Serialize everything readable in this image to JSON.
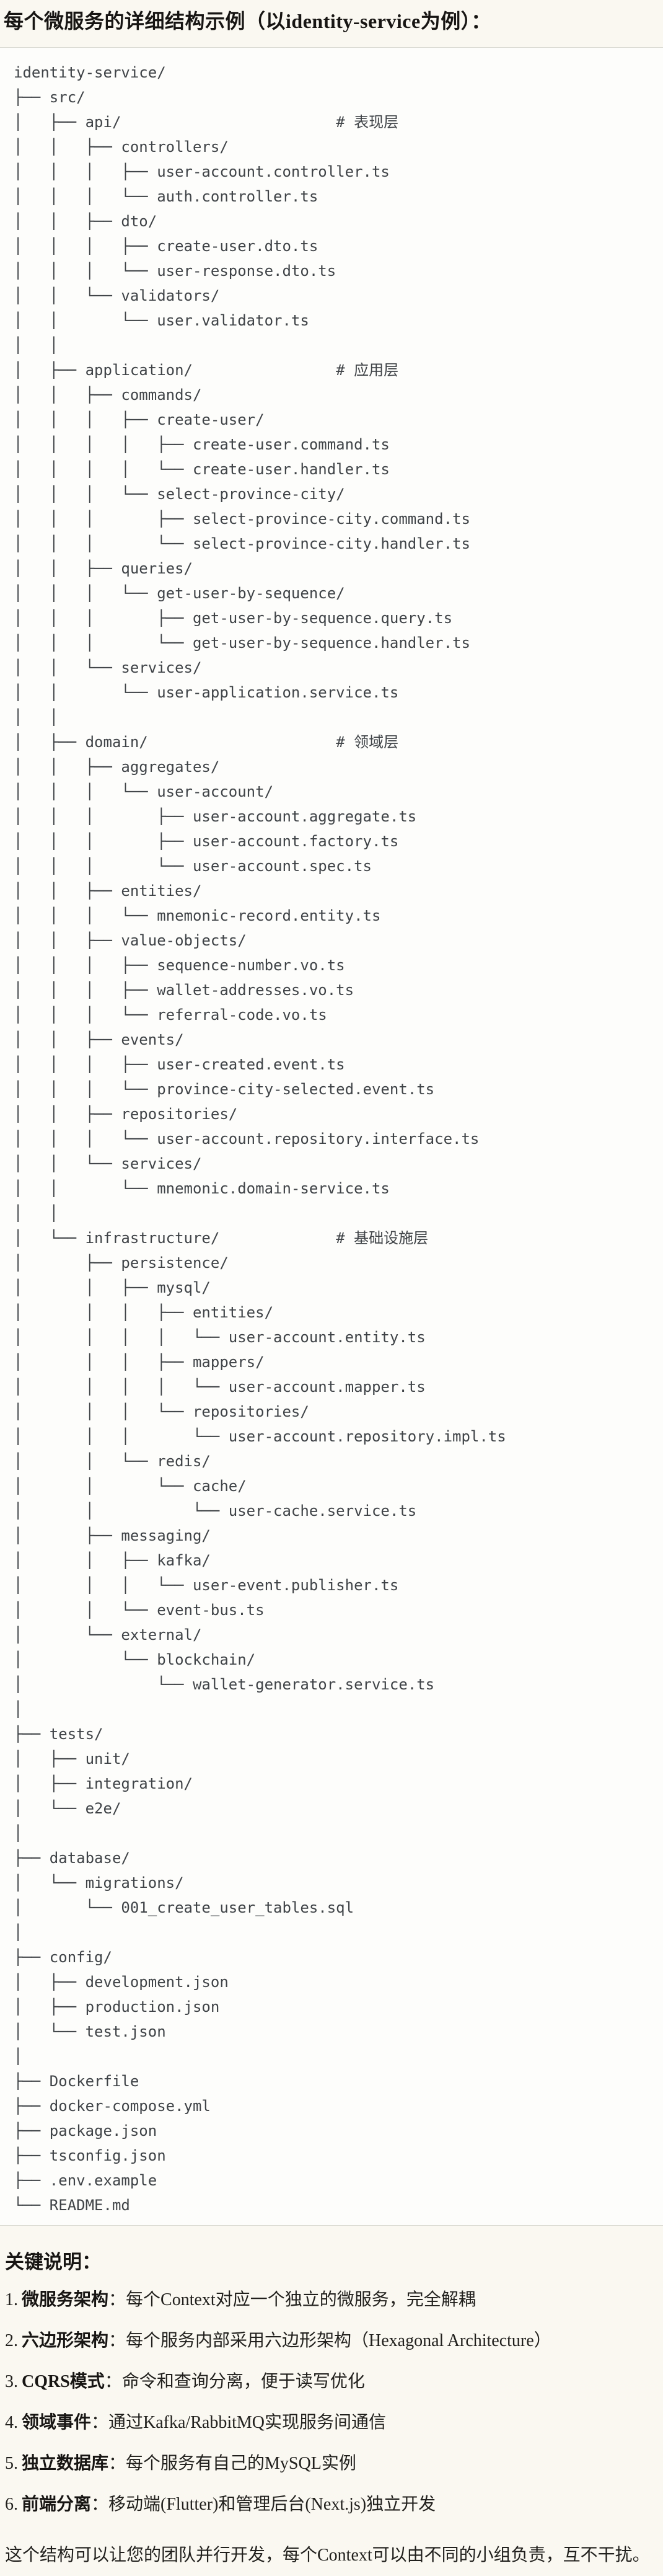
{
  "page": {
    "title": "每个微服务的详细结构示例（以identity-service为例）：",
    "colors": {
      "page_bg": "#faf8f1",
      "code_bg": "#fdfdfb",
      "code_border": "#d8d8d0",
      "code_text": "#3f4347",
      "heading_text": "#171513",
      "body_text": "#21201d"
    }
  },
  "tree": {
    "root": "identity-service/",
    "layer_comments": [
      "# 表现层",
      "# 应用层",
      "# 领域层",
      "# 基础设施层"
    ],
    "lines": [
      "identity-service/",
      "├── src/",
      "│   ├── api/                        # 表现层",
      "│   │   ├── controllers/",
      "│   │   │   ├── user-account.controller.ts",
      "│   │   │   └── auth.controller.ts",
      "│   │   ├── dto/",
      "│   │   │   ├── create-user.dto.ts",
      "│   │   │   └── user-response.dto.ts",
      "│   │   └── validators/",
      "│   │       └── user.validator.ts",
      "│   │",
      "│   ├── application/                # 应用层",
      "│   │   ├── commands/",
      "│   │   │   ├── create-user/",
      "│   │   │   │   ├── create-user.command.ts",
      "│   │   │   │   └── create-user.handler.ts",
      "│   │   │   └── select-province-city/",
      "│   │   │       ├── select-province-city.command.ts",
      "│   │   │       └── select-province-city.handler.ts",
      "│   │   ├── queries/",
      "│   │   │   └── get-user-by-sequence/",
      "│   │   │       ├── get-user-by-sequence.query.ts",
      "│   │   │       └── get-user-by-sequence.handler.ts",
      "│   │   └── services/",
      "│   │       └── user-application.service.ts",
      "│   │",
      "│   ├── domain/                     # 领域层",
      "│   │   ├── aggregates/",
      "│   │   │   └── user-account/",
      "│   │   │       ├── user-account.aggregate.ts",
      "│   │   │       ├── user-account.factory.ts",
      "│   │   │       └── user-account.spec.ts",
      "│   │   ├── entities/",
      "│   │   │   └── mnemonic-record.entity.ts",
      "│   │   ├── value-objects/",
      "│   │   │   ├── sequence-number.vo.ts",
      "│   │   │   ├── wallet-addresses.vo.ts",
      "│   │   │   └── referral-code.vo.ts",
      "│   │   ├── events/",
      "│   │   │   ├── user-created.event.ts",
      "│   │   │   └── province-city-selected.event.ts",
      "│   │   ├── repositories/",
      "│   │   │   └── user-account.repository.interface.ts",
      "│   │   └── services/",
      "│   │       └── mnemonic.domain-service.ts",
      "│   │",
      "│   └── infrastructure/             # 基础设施层",
      "│       ├── persistence/",
      "│       │   ├── mysql/",
      "│       │   │   ├── entities/",
      "│       │   │   │   └── user-account.entity.ts",
      "│       │   │   ├── mappers/",
      "│       │   │   │   └── user-account.mapper.ts",
      "│       │   │   └── repositories/",
      "│       │   │       └── user-account.repository.impl.ts",
      "│       │   └── redis/",
      "│       │       └── cache/",
      "│       │           └── user-cache.service.ts",
      "│       ├── messaging/",
      "│       │   ├── kafka/",
      "│       │   │   └── user-event.publisher.ts",
      "│       │   └── event-bus.ts",
      "│       └── external/",
      "│           └── blockchain/",
      "│               └── wallet-generator.service.ts",
      "│",
      "├── tests/",
      "│   ├── unit/",
      "│   ├── integration/",
      "│   └── e2e/",
      "│",
      "├── database/",
      "│   └── migrations/",
      "│       └── 001_create_user_tables.sql",
      "│",
      "├── config/",
      "│   ├── development.json",
      "│   ├── production.json",
      "│   └── test.json",
      "│",
      "├── Dockerfile",
      "├── docker-compose.yml",
      "├── package.json",
      "├── tsconfig.json",
      "├── .env.example",
      "└── README.md"
    ]
  },
  "notes": {
    "heading": "关键说明：",
    "colon": "：",
    "items": [
      {
        "number": "1.",
        "label": "微服务架构",
        "text": "每个Context对应一个独立的微服务，完全解耦"
      },
      {
        "number": "2.",
        "label": "六边形架构",
        "text": "每个服务内部采用六边形架构（Hexagonal Architecture）"
      },
      {
        "number": "3.",
        "label": "CQRS模式",
        "text": "命令和查询分离，便于读写优化"
      },
      {
        "number": "4.",
        "label": "领域事件",
        "text": "通过Kafka/RabbitMQ实现服务间通信"
      },
      {
        "number": "5.",
        "label": "独立数据库",
        "text": "每个服务有自己的MySQL实例"
      },
      {
        "number": "6.",
        "label": "前端分离",
        "text": "移动端(Flutter)和管理后台(Next.js)独立开发"
      }
    ],
    "footer": "这个结构可以让您的团队并行开发，每个Context可以由不同的小组负责，互不干扰。"
  }
}
